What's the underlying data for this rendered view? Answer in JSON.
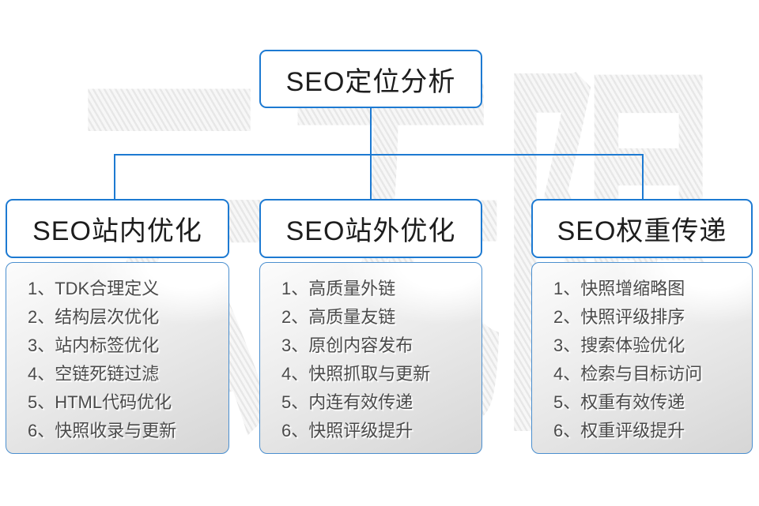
{
  "watermark": {
    "text": "云无限"
  },
  "root": {
    "title": "SEO定位分析"
  },
  "branches": [
    {
      "title": "SEO站内优化",
      "items": [
        "1、TDK合理定义",
        "2、结构层次优化",
        "3、站内标签优化",
        "4、空链死链过滤",
        "5、HTML代码优化",
        "6、快照收录与更新"
      ]
    },
    {
      "title": "SEO站外优化",
      "items": [
        "1、高质量外链",
        "2、高质量友链",
        "3、原创内容发布",
        "4、快照抓取与更新",
        "5、内连有效传递",
        "6、快照评级提升"
      ]
    },
    {
      "title": "SEO权重传递",
      "items": [
        "1、快照增缩略图",
        "2、快照评级排序",
        "3、搜索体验优化",
        "4、检索与目标访问",
        "5、权重有效传递",
        "6、权重评级提升"
      ]
    }
  ],
  "colors": {
    "accent_blue": "#1d7ad2",
    "panel_gradient_top": "#fcfcfc",
    "panel_gradient_bottom": "#d6d6d6",
    "list_text": "#4a4a4a",
    "title_text": "#1d1d1d",
    "watermark_gray": "#ededed"
  }
}
